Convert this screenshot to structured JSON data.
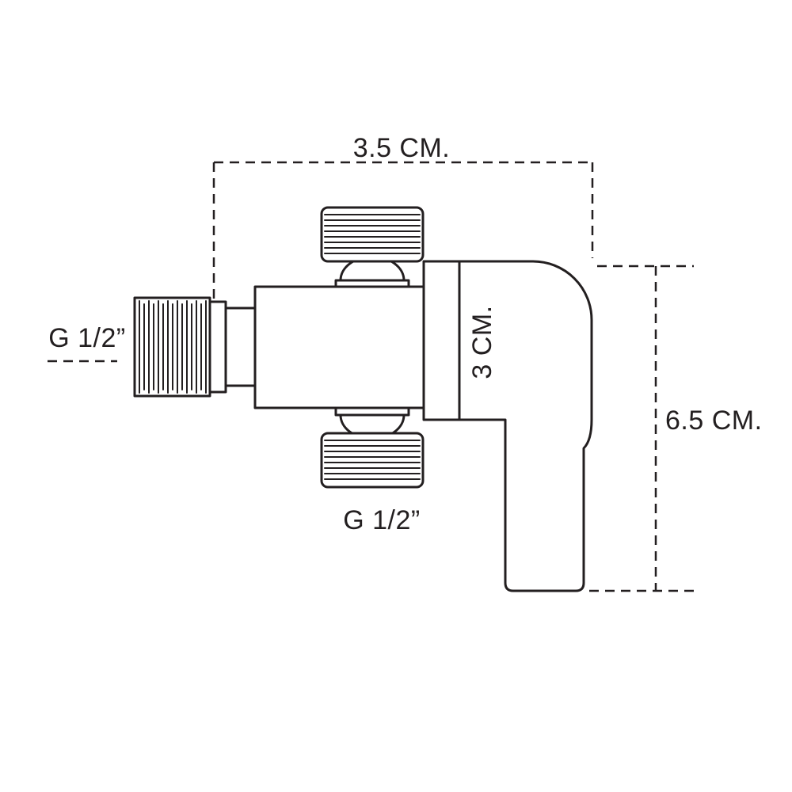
{
  "figure": {
    "type": "technical-dimension-drawing",
    "subject": "three-way angle valve with threaded connections",
    "labels": {
      "top_width": "3.5 CM.",
      "right_height": "6.5 CM.",
      "body_depth": "3 CM.",
      "left_thread": "G 1/2”",
      "bottom_thread": "G 1/2”"
    },
    "colors": {
      "line": "#231f20",
      "background": "#ffffff"
    }
  }
}
